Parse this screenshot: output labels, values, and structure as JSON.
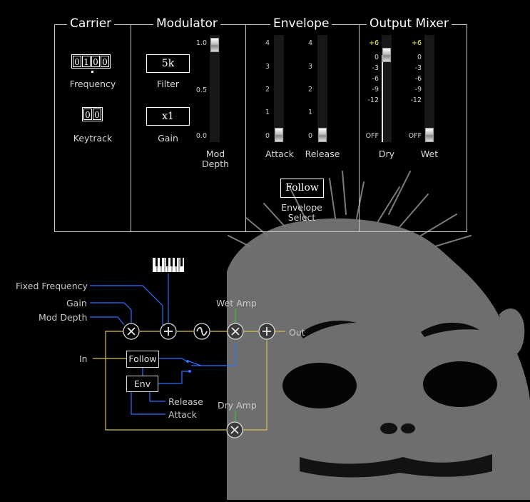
{
  "sections": {
    "carrier": "Carrier",
    "modulator": "Modulator",
    "envelope": "Envelope",
    "output_mixer": "Output Mixer"
  },
  "carrier": {
    "frequency_digits": [
      "0",
      "1",
      "0",
      "0"
    ],
    "frequency_label": "Frequency",
    "keytrack_digits": [
      "0",
      "0"
    ],
    "keytrack_label": "Keytrack"
  },
  "modulator": {
    "filter_value": "5k",
    "filter_label": "Filter",
    "gain_value": "x1",
    "gain_label": "Gain",
    "mod_depth_label_1": "Mod",
    "mod_depth_label_2": "Depth",
    "mod_depth_ticks": [
      "1.0",
      "0.5",
      "0.0"
    ],
    "mod_depth_level": 1.0
  },
  "envelope": {
    "ticks": [
      "4",
      "3",
      "2",
      "1",
      "0"
    ],
    "attack_label": "Attack",
    "release_label": "Release",
    "attack_level": 0,
    "release_level": 0,
    "select_value": "Follow",
    "select_label_1": "Envelope",
    "select_label_2": "Select"
  },
  "output_mixer": {
    "ticks": [
      "+6",
      "0",
      "-3",
      "-6",
      "-9",
      "-12",
      "OFF"
    ],
    "dry_label": "Dry",
    "wet_label": "Wet",
    "dry_level_db": 0,
    "wet_level": "OFF"
  },
  "diagram": {
    "fixed_frequency": "Fixed Frequency",
    "gain": "Gain",
    "mod_depth": "Mod Depth",
    "in": "In",
    "follow": "Follow",
    "env": "Env",
    "release": "Release",
    "attack": "Attack",
    "wet_amp": "Wet Amp",
    "dry_amp": "Dry Amp",
    "out": "Out"
  },
  "colors": {
    "signal_blue": "#2e6fff",
    "signal_yellow": "#d6c24a",
    "signal_green": "#38c038",
    "meter_highlight": "#f2f25a"
  },
  "icons": [
    "keyboard-icon",
    "multiply-node-icon",
    "add-node-icon",
    "oscillator-sine-icon",
    "switch-icon"
  ]
}
